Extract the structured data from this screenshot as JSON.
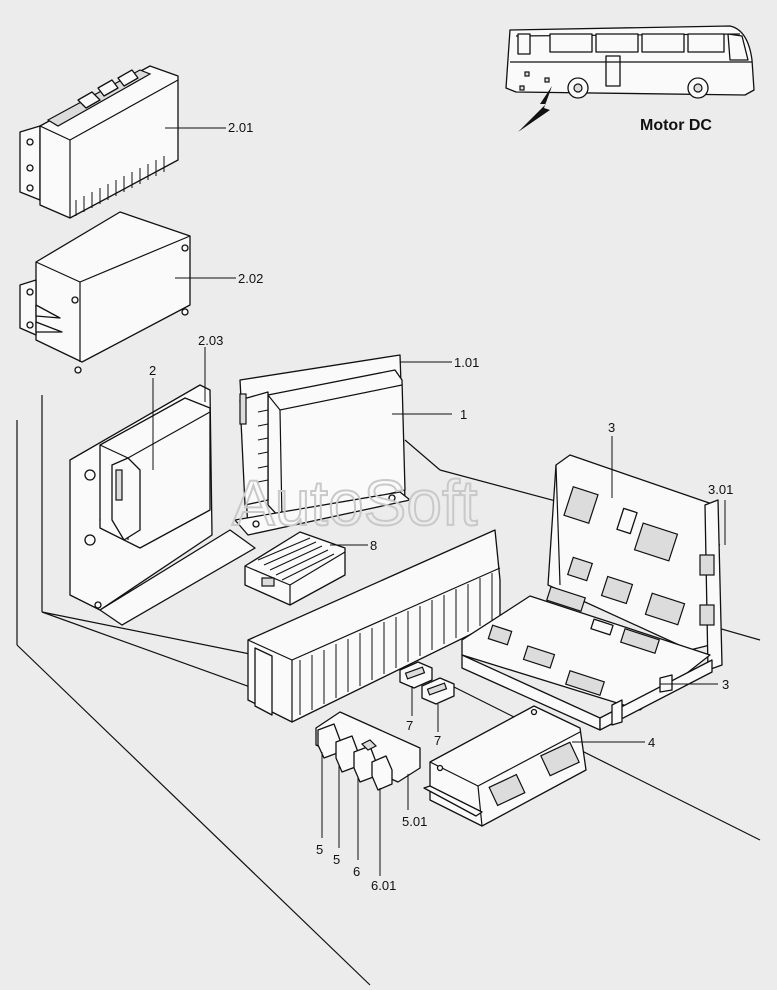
{
  "title": "Motor DC",
  "watermark": "AutoSoft",
  "labels": {
    "p2_01": "2.01",
    "p2_02": "2.02",
    "p2_03": "2.03",
    "p2": "2",
    "p1_01": "1.01",
    "p1": "1",
    "p3_top": "3",
    "p3_01": "3.01",
    "p8": "8",
    "p3_bottom": "3",
    "p7_a": "7",
    "p7_b": "7",
    "p4": "4",
    "p5_01": "5.01",
    "p5_a": "5",
    "p5_b": "5",
    "p6": "6",
    "p6_01": "6.01"
  },
  "icons": {
    "bus": "bus-silhouette-icon",
    "arrow": "location-arrow-icon"
  },
  "colors": {
    "background": "#ececec",
    "line": "#111111",
    "watermark": "#c9c9c9"
  }
}
